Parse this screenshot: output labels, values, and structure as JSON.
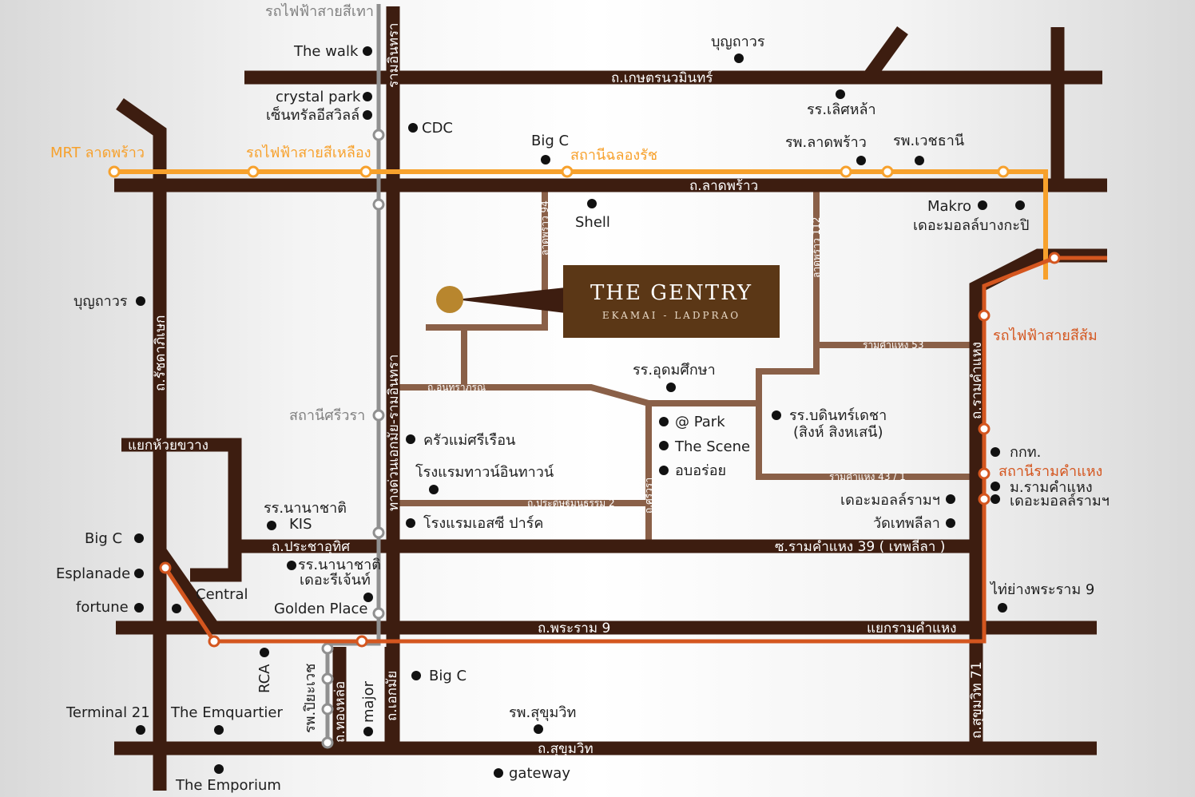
{
  "brand": {
    "title": "THE GENTRY",
    "subtitle": "EKAMAI - LADPRAO"
  },
  "colors": {
    "road": "#3d1d10",
    "minor_road": "#8a6048",
    "yellow_line": "#f7a12c",
    "orange_line": "#d4561f",
    "grey_line": "#909090",
    "brand_bg": "#5b3716",
    "marker": "#b8862e"
  },
  "roads": {
    "kaset": "ถ.เกษตรนวมินทร์",
    "ladprao": "ถ.ลาดพร้าว",
    "rama9": "ถ.พระราม 9",
    "sukhumvit": "ถ.สุขุมวิท",
    "pracha_uthit": "ถ.ประชาอุทิศ",
    "ramkhamhaeng39": "ซ.รามคำแหง 39 ( เทพลีลา )",
    "ratchada": "ถ.รัชดาภิเษก",
    "ramindra": "รามอินทรา",
    "expressway": "ทางด่วนเอกมัย-รามอินทรา",
    "ramkhamhaeng": "ถ.รามคำแหง",
    "sukhumvit71": "ถ.สุขุมวิท 71",
    "ekkamai": "ถ.เอกมัย",
    "thonglor": "ถ.ทองหล่อ",
    "piyawat": "รพ.ปิยะเวช",
    "ladprao94": "ลาดพร้าว 94",
    "ladprao112": "ลาดพร้าว 112",
    "intharaporn": "ถ.อินทราภรณ์",
    "pradit_manutham2": "ถ.ประดิษฐ์มนูธรรม 2",
    "srivara": "ถ.ศรีวรา",
    "ramkhamhaeng53": "รามคำแหง 53",
    "ramkhamhaeng43": "รามคำแหง 43 / 1",
    "yaek_huai_khwang": "แยกห้วยขวาง",
    "yaek_ramkhamhaeng": "แยกรามคำแหง"
  },
  "transit": {
    "grey_line": "รถไฟฟ้าสายสีเทา",
    "yellow_line": "รถไฟฟ้าสายสีเหลือง",
    "mrt_ladprao": "MRT ลาดพร้าว",
    "chalong_rat": "สถานีฉลองรัช",
    "orange_line": "รถไฟฟ้าสายสีส้ม",
    "ramkhamhaeng_station": "สถานีรามคำแหง",
    "srivara_station": "สถานีศรีวรา"
  },
  "places": {
    "the_walk": "The walk",
    "crystal_park": "crystal park",
    "central_east_ville": "เซ็นทรัลอีสวิลล์",
    "cdc": "CDC",
    "big_c_ladprao": "Big C",
    "shell": "Shell",
    "boonthavorn_top": "บุญถาวร",
    "st_lucas": "รร.เลิศหล้า",
    "ladprao_hospital": "รพ.ลาดพร้าว",
    "vejthani": "รพ.เวชธานี",
    "makro": "Makro",
    "mall_bangkapi": "เดอะมอลล์บางกะปิ",
    "boonthavorn_left": "บุญถาวร",
    "udom_suksa": "รร.อุดมศึกษา",
    "at_park": "@ Park",
    "the_scene": "The Scene",
    "aob_aroi": "อบอร่อย",
    "bodindecha1": "รร.บดินทร์เดชา",
    "bodindecha2": "(สิงห์ สิงหเสนี)",
    "krua_mae_sri_ruen": "ครัวแม่ศรีเรือน",
    "town_in_town_hotel": "โรงแรมทาวน์อินทาวน์",
    "sc_park_hotel": "โรงแรมเอสซี ปาร์ค",
    "kor_kor_tor": "กกท.",
    "ramkhamhaeng_univ": "ม.รามคำแหง",
    "mall_ramkhamhaeng_right": "เดอะมอลล์รามฯ",
    "mall_ramkhamhaeng_left": "เดอะมอลล์รามฯ",
    "wat_thep_leela": "วัดเทพลีลา",
    "kis1": "รร.นานาชาติ",
    "kis2": "KIS",
    "big_c_rca": "Big C",
    "esplanade": "Esplanade",
    "fortune": "fortune",
    "central": "Central",
    "nist1": "รร.นานาชาติ",
    "nist2": "เดอะรีเจ้นท์",
    "golden_place": "Golden Place",
    "rca": "RCA",
    "big_c_ekkamai": "Big C",
    "major": "major",
    "terminal21": "Terminal 21",
    "emquartier": "The Emquartier",
    "emporium": "The Emporium",
    "sukhumvit_hospital": "รพ.สุขุมวิท",
    "gateway": "gateway",
    "rama9_dock": "ไท่ย่างพระราม 9"
  }
}
